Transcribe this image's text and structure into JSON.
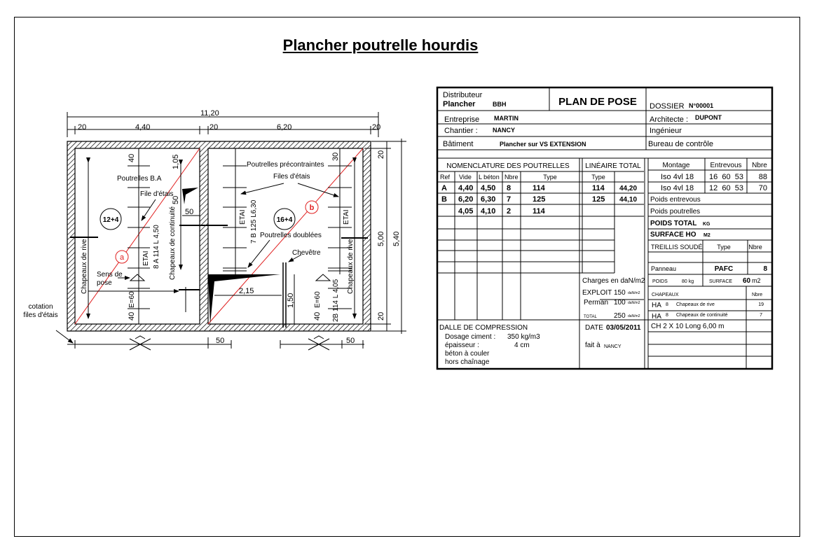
{
  "title": "Plancher poutrelle hourdis",
  "drawing": {
    "dims": {
      "total": "11,20",
      "w1": "20",
      "room_a": "4,40",
      "w2": "20",
      "room_b": "6,20",
      "w3": "20",
      "h_top": "20",
      "h_inner": "5,00",
      "h_total": "5,40",
      "h_bottom": "20",
      "bottom_a": "50",
      "bottom_b": "50",
      "d105": "1,05",
      "d50v": "50",
      "d50h": "50",
      "d215": "2,15",
      "d150": "1,50",
      "d40a": "40",
      "d40b": "40",
      "d30": "30",
      "d40c": "40"
    },
    "labels": {
      "poutrelles_ba": "Poutrelles B.A",
      "file_etais": "File d'étais",
      "slab_a": "12+4",
      "slab_b": "16+4",
      "chapeaux_rive_left": "Chapeaux de rive",
      "chapeaux_rive_right": "Chapeaux de rive",
      "chapeaux_continuite": "Chapeaux de continuité",
      "sens_de": "Sens de",
      "pose": "pose",
      "etai_a": "ETAI",
      "ref_a": "8 A 114 L 4,50",
      "e60_a": "E=60",
      "poutrelles_precontraintes": "Poutrelles précontraintes",
      "files_etais": "Files d'étais",
      "etai_b": "ETAI",
      "etai_c": "ETAI",
      "ref_b": "7 B 125 L6,30",
      "poutrelles_doublees": "Poutrelles doublées",
      "chevetre": "Chevêtre",
      "e60_b": "E=60",
      "ref_c": "2B 114 L 4,05",
      "marker_a": "a",
      "marker_b": "b",
      "cotation_1": "cotation",
      "cotation_2": "files d'étais"
    }
  },
  "table": {
    "distributeur": "Distributeur",
    "plancher": "Plancher",
    "plancher_value": "BBH",
    "plan_de_pose": "PLAN DE POSE",
    "dossier": "DOSSIER",
    "dossier_value": "N°00001",
    "entreprise": "Entreprise",
    "entreprise_value": "MARTIN",
    "architecte": "Architecte :",
    "architecte_value": "DUPONT",
    "chantier": "Chantier :",
    "chantier_value": "NANCY",
    "ingenieur": "Ingénieur",
    "batiment": "Bâtiment",
    "batiment_value": "Plancher sur VS  EXTENSION",
    "bureau": "Bureau de contrôle",
    "nomenclature": "NOMENCLATURE DES POUTRELLES",
    "lineaire": "LINÉAIRE TOTAL",
    "headers": {
      "ref": "Ref",
      "vide": "Vide",
      "lbeton": "L béton",
      "nbre": "Nbre",
      "type": "Type",
      "lin_type": "Type"
    },
    "rows": [
      {
        "ref": "A",
        "vide": "4,40",
        "lbeton": "4,50",
        "nbre": "8",
        "type": "114"
      },
      {
        "ref": "B",
        "vide": "6,20",
        "lbeton": "6,30",
        "nbre": "7",
        "type": "125"
      },
      {
        "ref": "",
        "vide": "4,05",
        "lbeton": "4,10",
        "nbre": "2",
        "type": "114"
      }
    ],
    "lineaire_rows": [
      {
        "type": "114",
        "total": "44,20"
      },
      {
        "type": "125",
        "total": "44,10"
      }
    ],
    "montage_header": {
      "montage": "Montage",
      "entrevous": "Entrevous",
      "nbre": "Nbre"
    },
    "montage_rows": [
      {
        "montage": "Iso 4vl 18",
        "entrevous": "16  60  53",
        "nbre": "88"
      },
      {
        "montage": "Iso 4vl 18",
        "entrevous": "12  60  53",
        "nbre": "70"
      }
    ],
    "poids_entrevous": "Poids entrevous",
    "poids_poutrelles": "Poids poutrelles",
    "poids_total": "POIDS TOTAL",
    "poids_total_unit": "KG",
    "surface_ho": "SURFACE  HO",
    "surface_unit": "M2",
    "treillis": "TREILLIS SOUDÉ",
    "treillis_type": "Type",
    "treillis_nbre": "Nbre",
    "panneau": "Panneau",
    "panneau_type": "PAFC",
    "panneau_nbre": "8",
    "poids": "POIDS",
    "poids_value": "80 kg",
    "surface": "SURFACE",
    "surface_value": "60",
    "surface_value_unit": "m2",
    "chapeaux": "CHAPEAUX",
    "chapeaux_nbre": "Nbre",
    "chapeaux_rows": [
      {
        "ha": "HA",
        "dia": "8",
        "label": "Chapeaux de rive",
        "nbre": "19"
      },
      {
        "ha": "HA",
        "dia": "8",
        "label": "Chapeaux de continuité",
        "nbre": "7"
      }
    ],
    "ch": "CH 2 X 10  Long 6,00 m",
    "charges": "Charges en daN/m2",
    "exploit": "EXPLOIT",
    "exploit_value": "150",
    "perman": "Perman",
    "perman_value": "100",
    "total": "TOTAL",
    "total_value": "250",
    "unit": "daN/m2",
    "dalle": "DALLE DE COMPRESSION",
    "dosage": "Dosage  ciment :",
    "dosage_value": "350 kg/m3",
    "epaisseur": "épaisseur :",
    "epaisseur_value": "4 cm",
    "beton": "béton à couler",
    "hors": "hors chaînage",
    "date": "DATE",
    "date_value": "03/05/2011",
    "fait": "fait à",
    "fait_value": "NANCY"
  }
}
